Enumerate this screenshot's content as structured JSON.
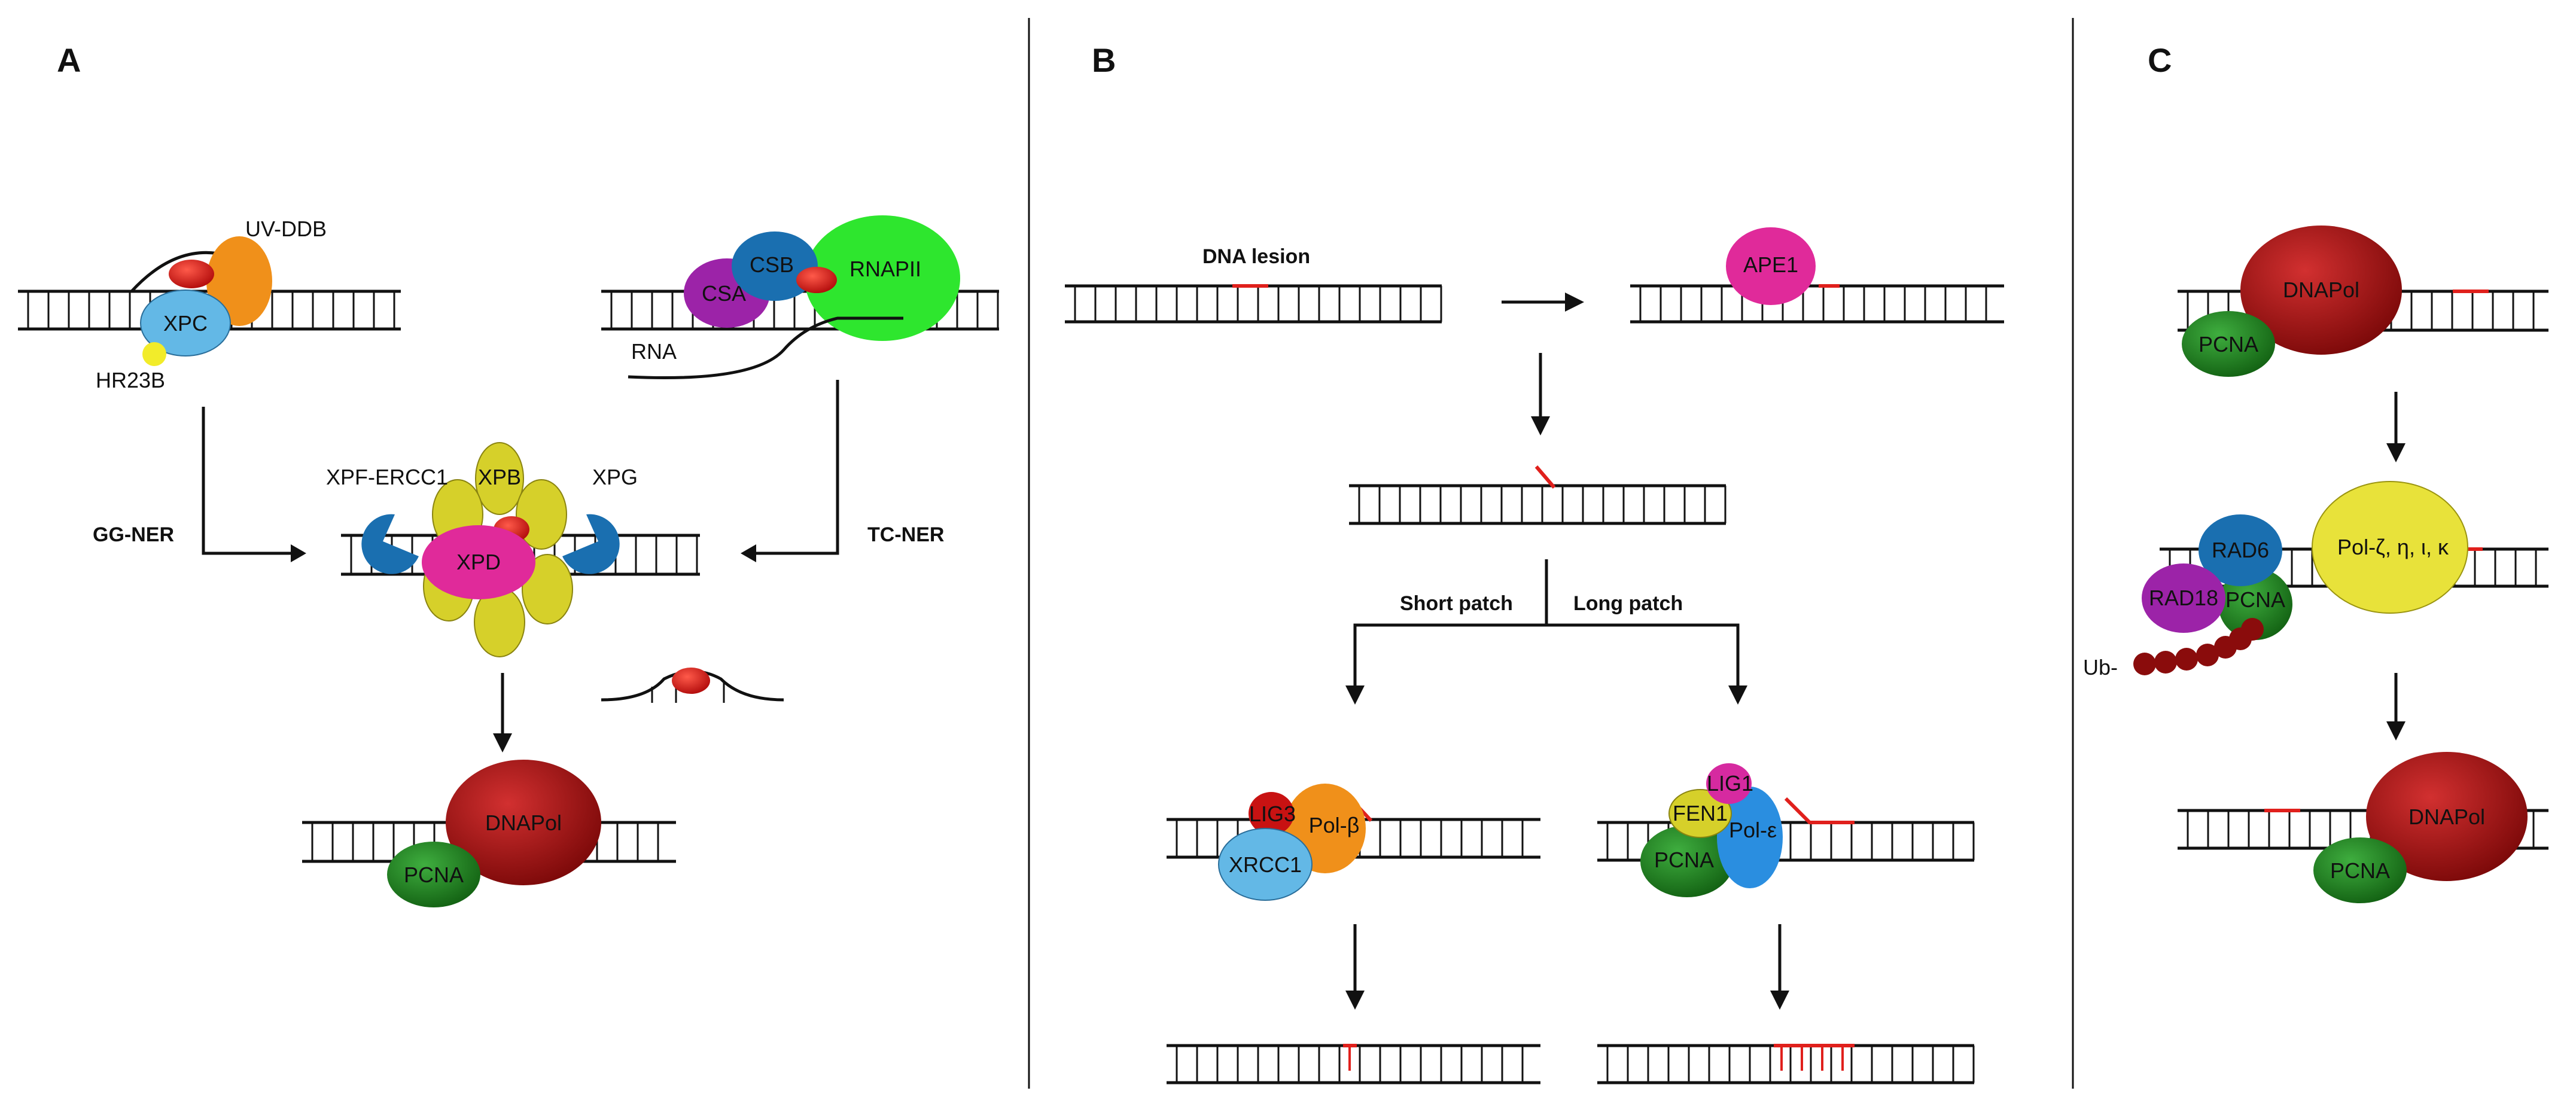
{
  "panels": {
    "a": {
      "label": "A",
      "uv_ddb": "UV-DDB",
      "xpc": "XPC",
      "hr23b": "HR23B",
      "csb": "CSB",
      "rnapii": "RNAPII",
      "csa": "CSA",
      "rna": "RNA",
      "xpf_ercc1": "XPF-ERCC1",
      "xpb": "XPB",
      "xpg": "XPG",
      "xpd": "XPD",
      "gg_ner": "GG-NER",
      "tc_ner": "TC-NER",
      "dnapol": "DNAPol",
      "pcna": "PCNA"
    },
    "b": {
      "label": "B",
      "dna_lesion": "DNA lesion",
      "ape1": "APE1",
      "short_patch": "Short patch",
      "long_patch": "Long patch",
      "lig3": "LIG3",
      "pol_beta": "Pol-β",
      "xrcc1": "XRCC1",
      "lig1": "LIG1",
      "fen1": "FEN1",
      "pol_epsilon": "Pol-ε",
      "pcna": "PCNA"
    },
    "c": {
      "label": "C",
      "dnapol_top": "DNAPol",
      "pcna_top": "PCNA",
      "rad6": "RAD6",
      "pol_tls": "Pol-ζ, η, ι, κ",
      "rad18": "RAD18",
      "pcna_mid": "PCNA",
      "ub": "Ub-",
      "dnapol_bottom": "DNAPol",
      "pcna_bottom": "PCNA"
    }
  },
  "colors": {
    "dna": "#111111",
    "lesion": "#e0201c",
    "xpc": "#63b8e6",
    "uvddb": "#f0901a",
    "hr23b": "#f2ec2a",
    "csb": "#1a6fb0",
    "rnapii": "#2ee62e",
    "csa": "#9c23a8",
    "xpf": "#1a6fb0",
    "xpb": "#d6d02a",
    "xpd": "#e02a9a",
    "dnapol": "#9a0c0c",
    "pcna": "#1a8a1a",
    "ape1": "#e02a9a",
    "lig3": "#c81212",
    "polb": "#f0901a",
    "xrcc1": "#63b8e6",
    "lig1": "#d62aa0",
    "fen1": "#d6d02a",
    "pole": "#2a8ee0",
    "rad6": "#1a6fb0",
    "rad18": "#9c23a8",
    "poltls": "#e8e23a",
    "ub": "#8a0c0c"
  }
}
